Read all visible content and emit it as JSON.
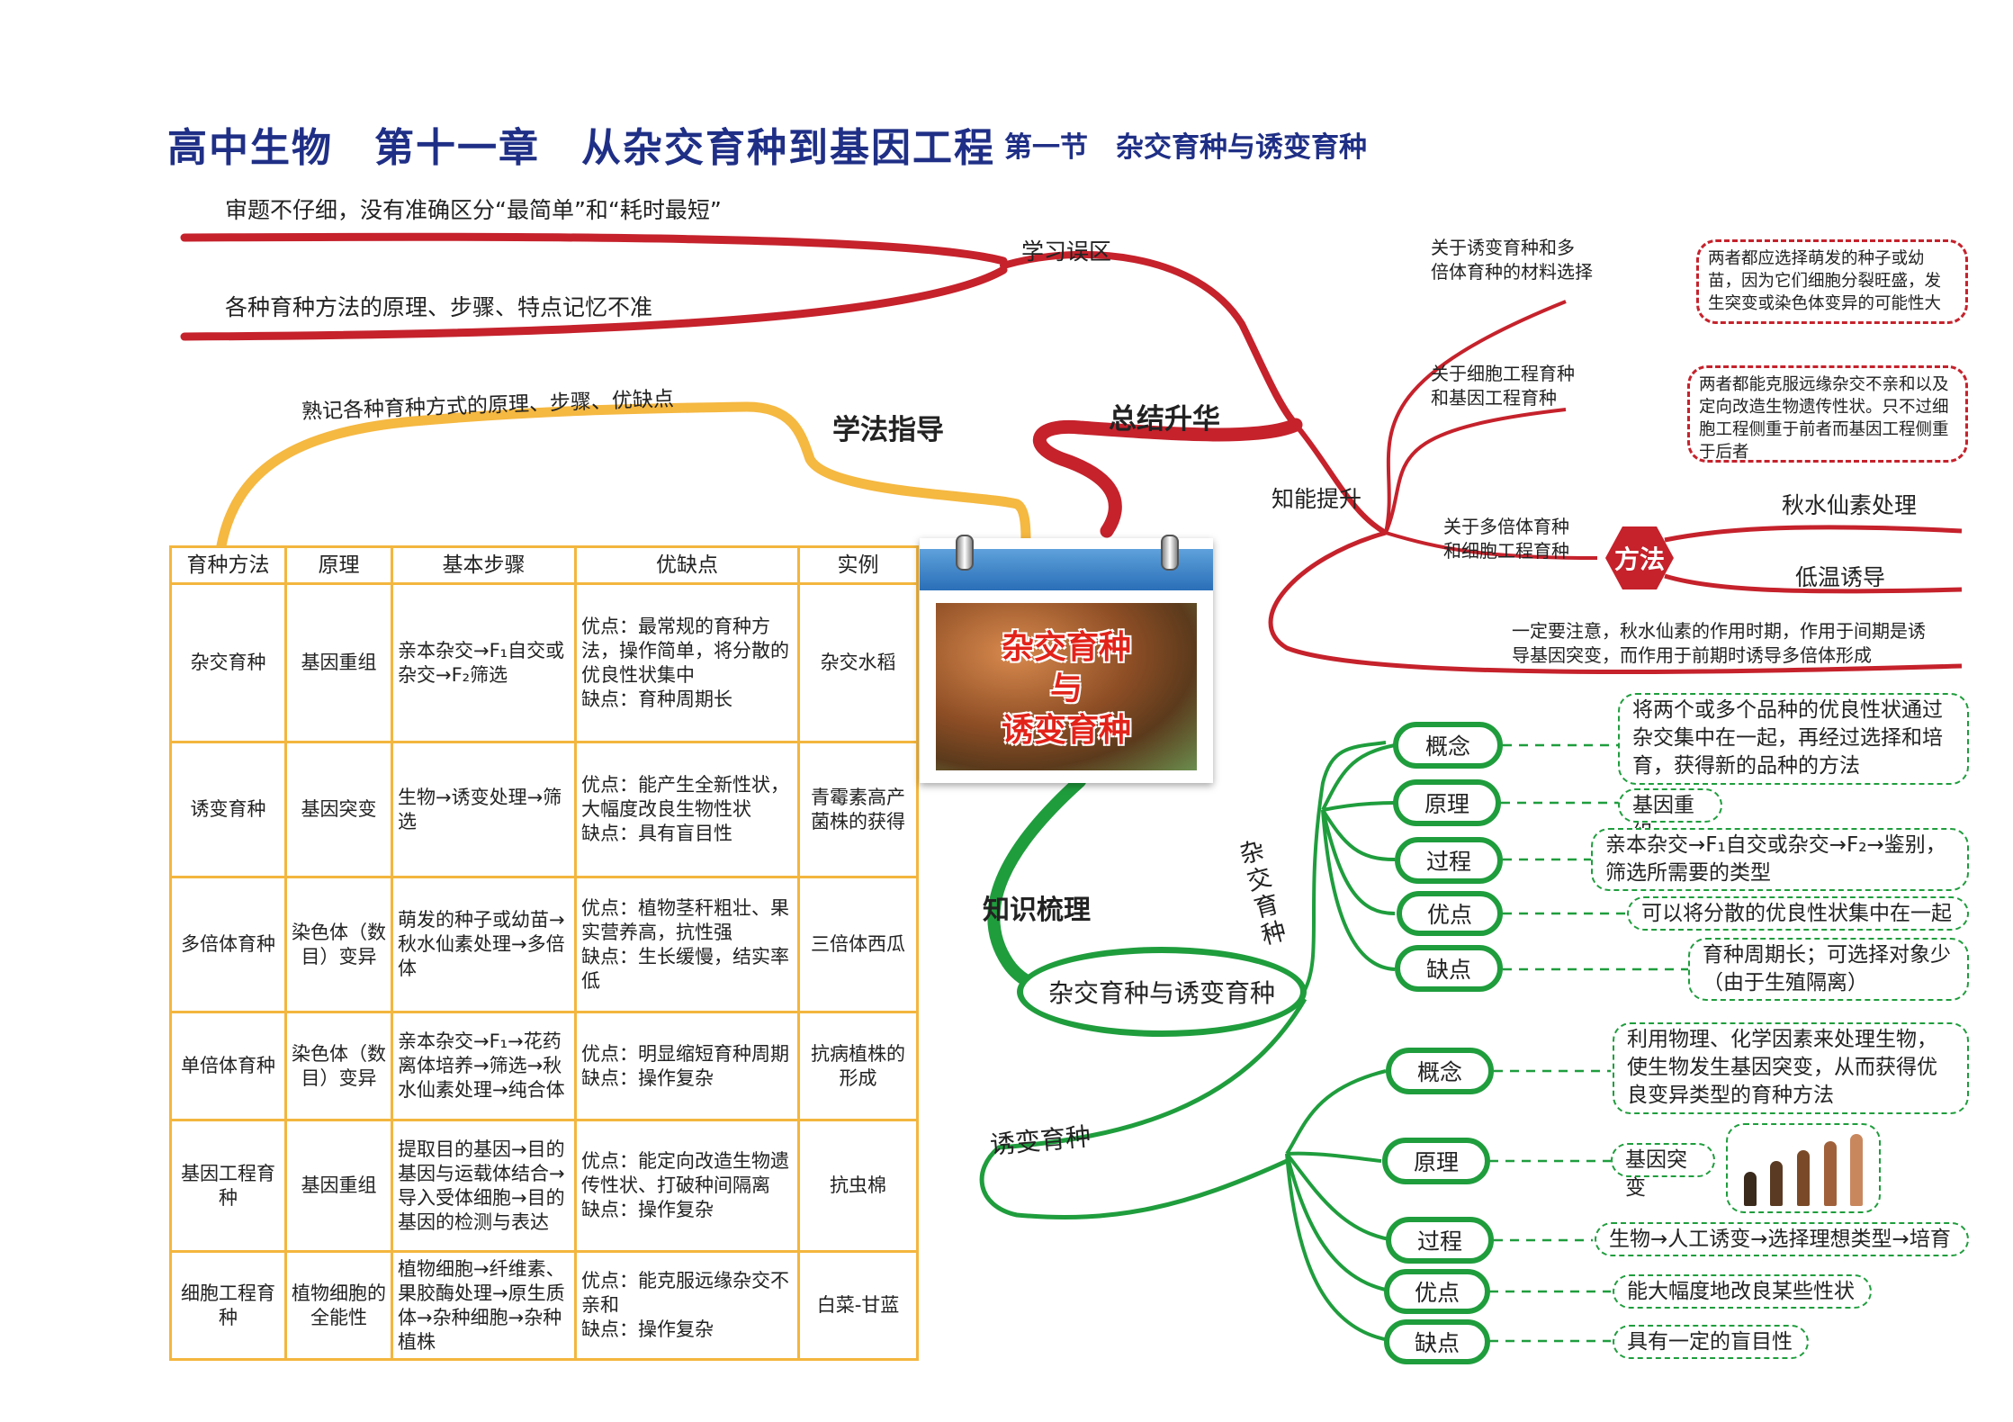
{
  "title": {
    "main": "高中生物　第十一章　从杂交育种到基因工程",
    "sub": "第一节　杂交育种与诱变育种"
  },
  "center_label": {
    "line1": "杂交育种",
    "line2": "与",
    "line3": "诱变育种"
  },
  "branches": {
    "summary": "总结升华",
    "method_guide": "学法指导",
    "knowledge": "知识梳理",
    "mistakes": "学习误区",
    "ability": "知能提升",
    "method_hex": "方法",
    "hybrid_vertical": "杂交育种",
    "mutation": "诱变育种",
    "knowledge_hub": "杂交育种与诱变育种"
  },
  "mistakes": {
    "item1": "审题不仔细，没有准确区分“最简单”和“耗时最短”",
    "item2": "各种育种方法的原理、步骤、特点记忆不准"
  },
  "method_guide_text": "熟记各种育种方式的原理、步骤、优缺点",
  "ability": {
    "q1": {
      "label_l1": "关于诱变育种和多",
      "label_l2": "倍体育种的材料选择",
      "answer": "两者都应选择萌发的种子或幼苗，因为它们细胞分裂旺盛，发生突变或染色体变异的可能性大"
    },
    "q2": {
      "label_l1": "关于细胞工程育种",
      "label_l2": "和基因工程育种",
      "answer": "两者都能克服远缘杂交不亲和以及定向改造生物遗传性状。只不过细胞工程侧重于前者而基因工程侧重于后者"
    },
    "q3": {
      "label_l1": "关于多倍体育种",
      "label_l2": "和细胞工程育种",
      "method1": "秋水仙素处理",
      "method2": "低温诱导"
    },
    "note_l1": "一定要注意，秋水仙素的作用时期，作用于间期是诱",
    "note_l2": "导基因突变，而作用于前期时诱导多倍体形成"
  },
  "table": {
    "headers": [
      "育种方法",
      "原理",
      "基本步骤",
      "优缺点",
      "实例"
    ],
    "rows": [
      {
        "method": "杂交育种",
        "principle": "基因重组",
        "steps": "亲本杂交→F₁自交或杂交→F₂筛选",
        "pros": "优点：最常规的育种方法，操作简单，将分散的优良性状集中",
        "cons": "缺点：育种周期长",
        "example": "杂交水稻"
      },
      {
        "method": "诱变育种",
        "principle": "基因突变",
        "steps": "生物→诱变处理→筛选",
        "pros": "优点：能产生全新性状，大幅度改良生物性状",
        "cons": "缺点：具有盲目性",
        "example": "青霉素高产菌株的获得"
      },
      {
        "method": "多倍体育种",
        "principle": "染色体（数目）变异",
        "steps": "萌发的种子或幼苗→秋水仙素处理→多倍体",
        "pros": "优点：植物茎秆粗壮、果实营养高，抗性强",
        "cons": "缺点：生长缓慢，结实率低",
        "example": "三倍体西瓜"
      },
      {
        "method": "单倍体育种",
        "principle": "染色体（数目）变异",
        "steps": "亲本杂交→F₁→花药离体培养→筛选→秋水仙素处理→纯合体",
        "pros": "优点：明显缩短育种周期",
        "cons": "缺点：操作复杂",
        "example": "抗病植株的形成"
      },
      {
        "method": "基因工程育种",
        "principle": "基因重组",
        "steps": "提取目的基因→目的基因与运载体结合→导入受体细胞→目的基因的检测与表达",
        "pros": "优点：能定向改造生物遗传性状、打破种间隔离",
        "cons": "缺点：操作复杂",
        "example": "抗虫棉"
      },
      {
        "method": "细胞工程育种",
        "principle": "植物细胞的全能性",
        "steps": "植物细胞→纤维素、果胶酶处理→原生质体→杂种细胞→杂种植株",
        "pros": "优点：能克服远缘杂交不亲和",
        "cons": "缺点：操作复杂",
        "example": "白菜-甘蓝"
      }
    ]
  },
  "hybrid": {
    "concept": {
      "label": "概念",
      "text": "将两个或多个品种的优良性状通过杂交集中在一起，再经过选择和培育，获得新的品种的方法"
    },
    "principle": {
      "label": "原理",
      "text": "基因重组"
    },
    "process": {
      "label": "过程",
      "text": "亲本杂交→F₁自交或杂交→F₂→鉴别，筛选所需要的类型"
    },
    "pros": {
      "label": "优点",
      "text": "可以将分散的优良性状集中在一起"
    },
    "cons": {
      "label": "缺点",
      "text": "育种周期长；可选择对象少（由于生殖隔离）"
    }
  },
  "mutation_details": {
    "concept": {
      "label": "概念",
      "text": "利用物理、化学因素来处理生物，使生物发生基因突变，从而获得优良变异类型的育种方法"
    },
    "principle": {
      "label": "原理",
      "text": "基因突变"
    },
    "process": {
      "label": "过程",
      "text": "生物→人工诱变→选择理想类型→培育"
    },
    "pros": {
      "label": "优点",
      "text": "能大幅度地改良某些性状"
    },
    "cons": {
      "label": "缺点",
      "text": "具有一定的盲目性"
    }
  },
  "colors": {
    "title": "#1f2f86",
    "red_branch": "#c5222c",
    "yellow_branch": "#f5b841",
    "green_branch": "#1f9d3d",
    "table_border": "#f3b63e"
  }
}
